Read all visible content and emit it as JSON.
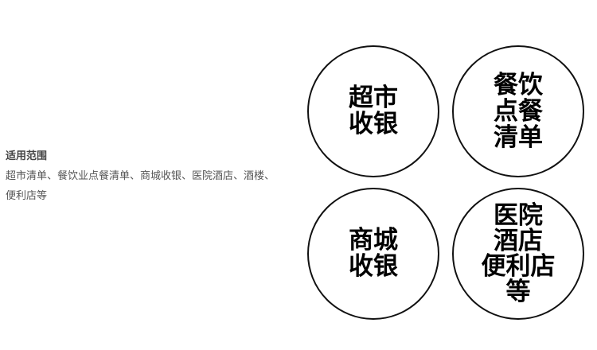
{
  "info": {
    "title": "适用范围",
    "line1": "超市清单、餐饮业点餐清单、商城收银、医院酒店、酒楼、",
    "line2": "便利店等"
  },
  "circles": [
    {
      "lines": [
        "超市",
        "收银"
      ]
    },
    {
      "lines": [
        "餐饮",
        "点餐",
        "清单"
      ]
    },
    {
      "lines": [
        "商城",
        "收银"
      ]
    },
    {
      "lines": [
        "医院",
        "酒店",
        "便利店",
        "等"
      ]
    }
  ]
}
